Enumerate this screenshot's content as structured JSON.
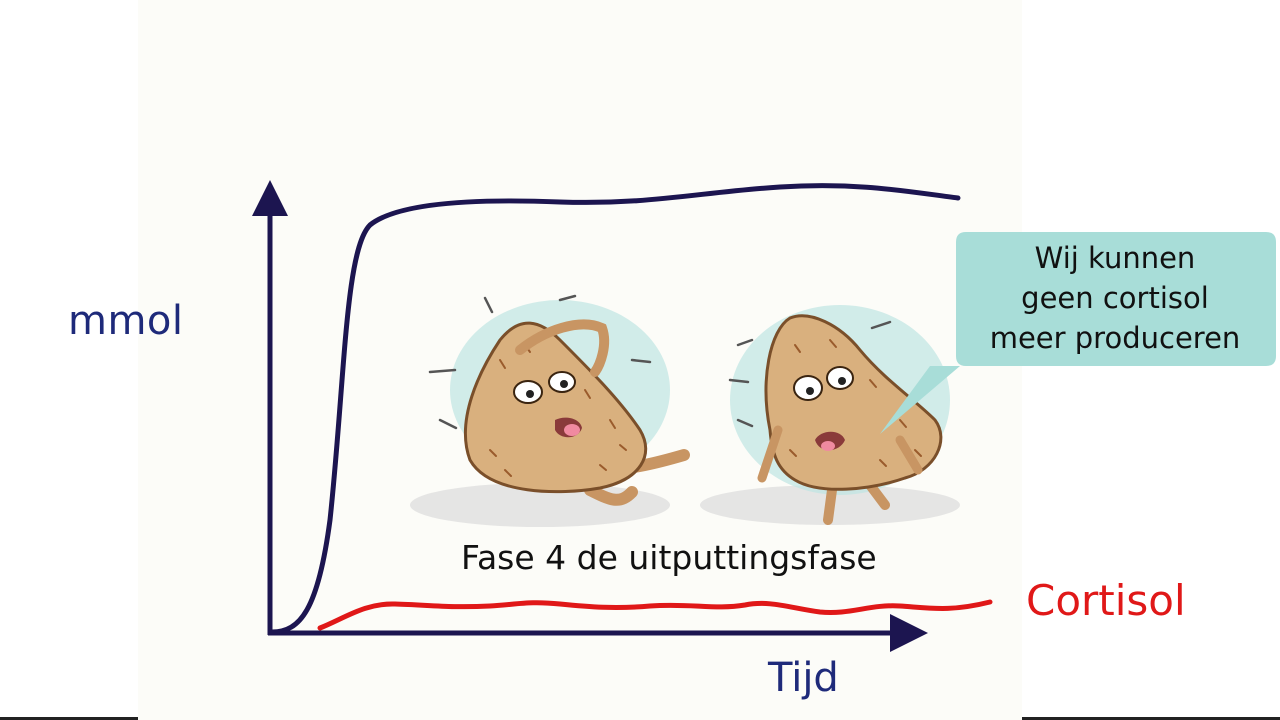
{
  "axes": {
    "y_label": "mmol",
    "x_label": "Tijd"
  },
  "series": {
    "cortisol_label": "Cortisol"
  },
  "phase": {
    "title": "Fase 4 de uitputtingsfase"
  },
  "speech_bubble": {
    "lines": [
      "Wij kunnen",
      "geen cortisol",
      "meer produceren"
    ]
  },
  "colors": {
    "axis": "#1c1550",
    "axis_label": "#1e2a7a",
    "cortisol": "#e01818",
    "bubble": "#a8ddd8",
    "gland": "#d9b07e"
  },
  "icons": {
    "left_character": "exhausted-adrenal-gland-sitting",
    "right_character": "sad-adrenal-gland-standing"
  }
}
